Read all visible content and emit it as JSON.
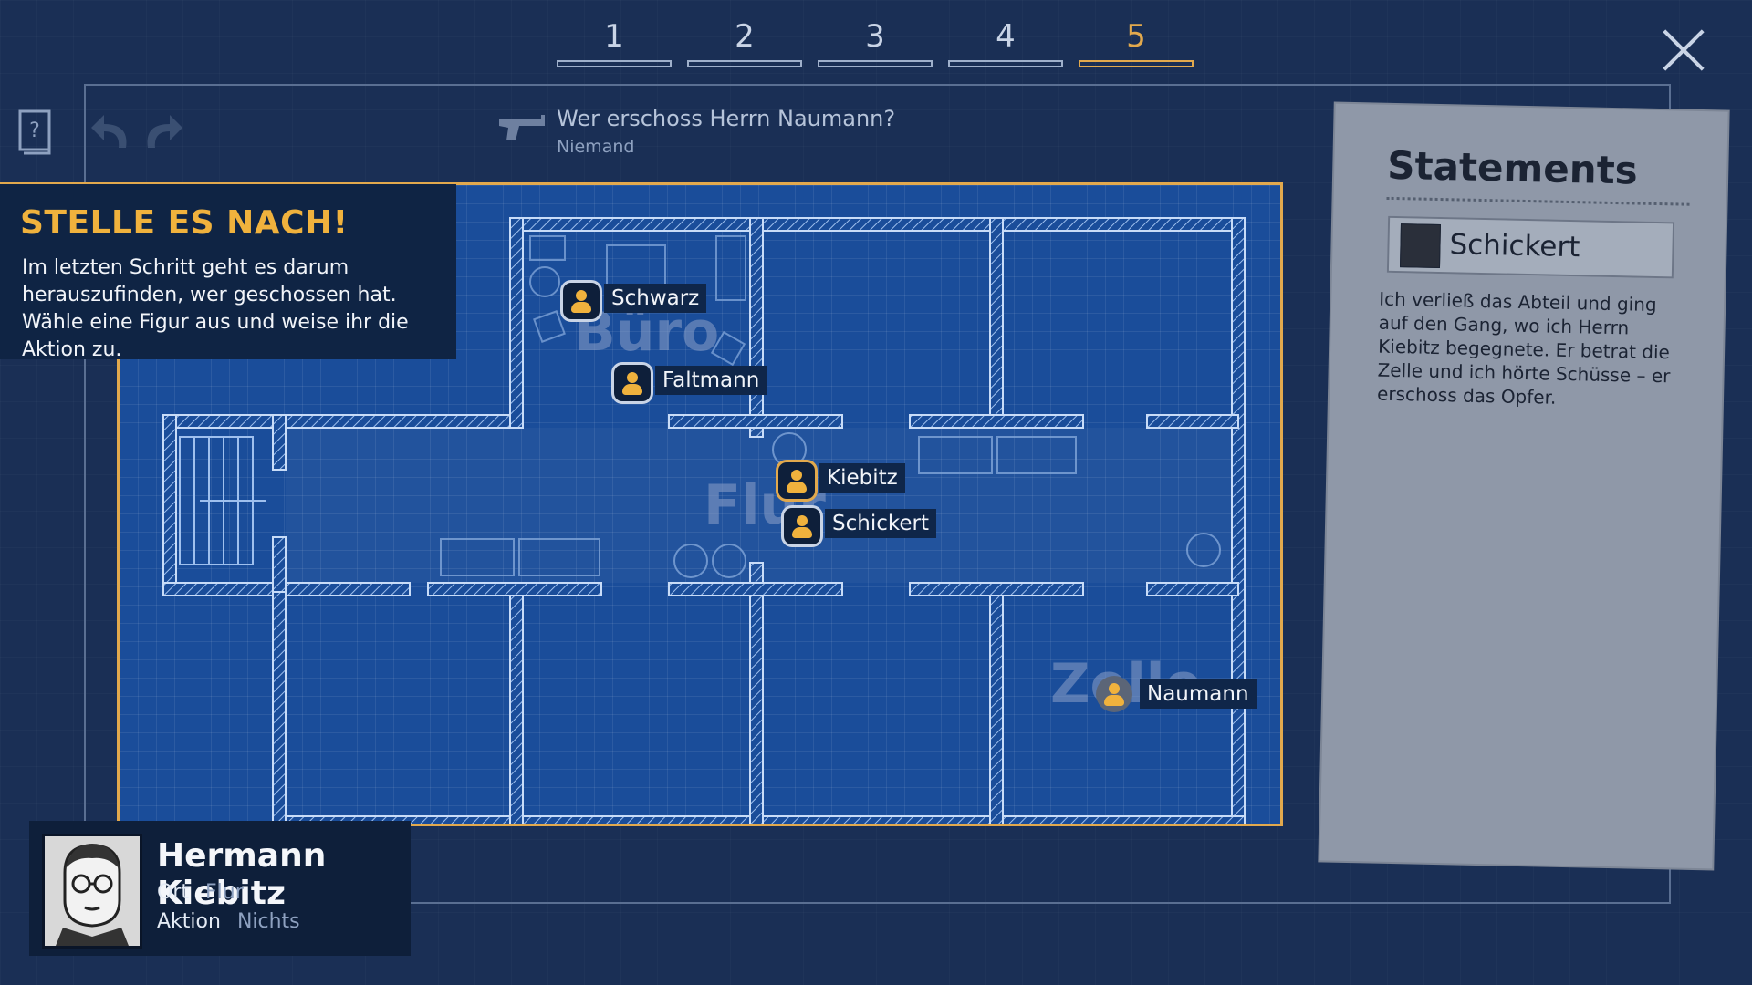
{
  "steps": [
    "1",
    "2",
    "3",
    "4",
    "5"
  ],
  "active_step": 5,
  "question": {
    "title": "Wer erschoss Herrn Naumann?",
    "answer": "Niemand"
  },
  "tutorial": {
    "title": "STELLE ES NACH!",
    "text": "Im letzten Schritt geht es darum herauszufinden, wer geschossen hat. Wähle eine Figur aus und weise ihr die Aktion zu."
  },
  "map": {
    "rooms": {
      "buero": "Büro",
      "flur": "Flur",
      "zelle": "Zelle"
    },
    "characters": [
      "Schwarz",
      "Faltmann",
      "Kiebitz",
      "Schickert",
      "Naumann"
    ]
  },
  "statements": {
    "title": "Statements",
    "speaker": "Schickert",
    "text": "Ich verließ das Abteil und ging auf den Gang, wo ich Herrn Kiebitz begegnete. Er betrat die Zelle und ich hörte Schüsse – er erschoss das Opfer."
  },
  "profile": {
    "name": "Hermann Kiebitz",
    "location_label": "Ort",
    "location_value": "Flur",
    "action_label": "Aktion",
    "action_value": "Nichts"
  },
  "colors": {
    "accent": "#e2a94d",
    "blueprint": "#1a4d9a",
    "background": "#1a2f55",
    "paper": "#8f98a8"
  },
  "icons": [
    "help-book-icon",
    "undo-icon",
    "redo-icon",
    "gun-icon",
    "close-icon",
    "person-icon"
  ]
}
